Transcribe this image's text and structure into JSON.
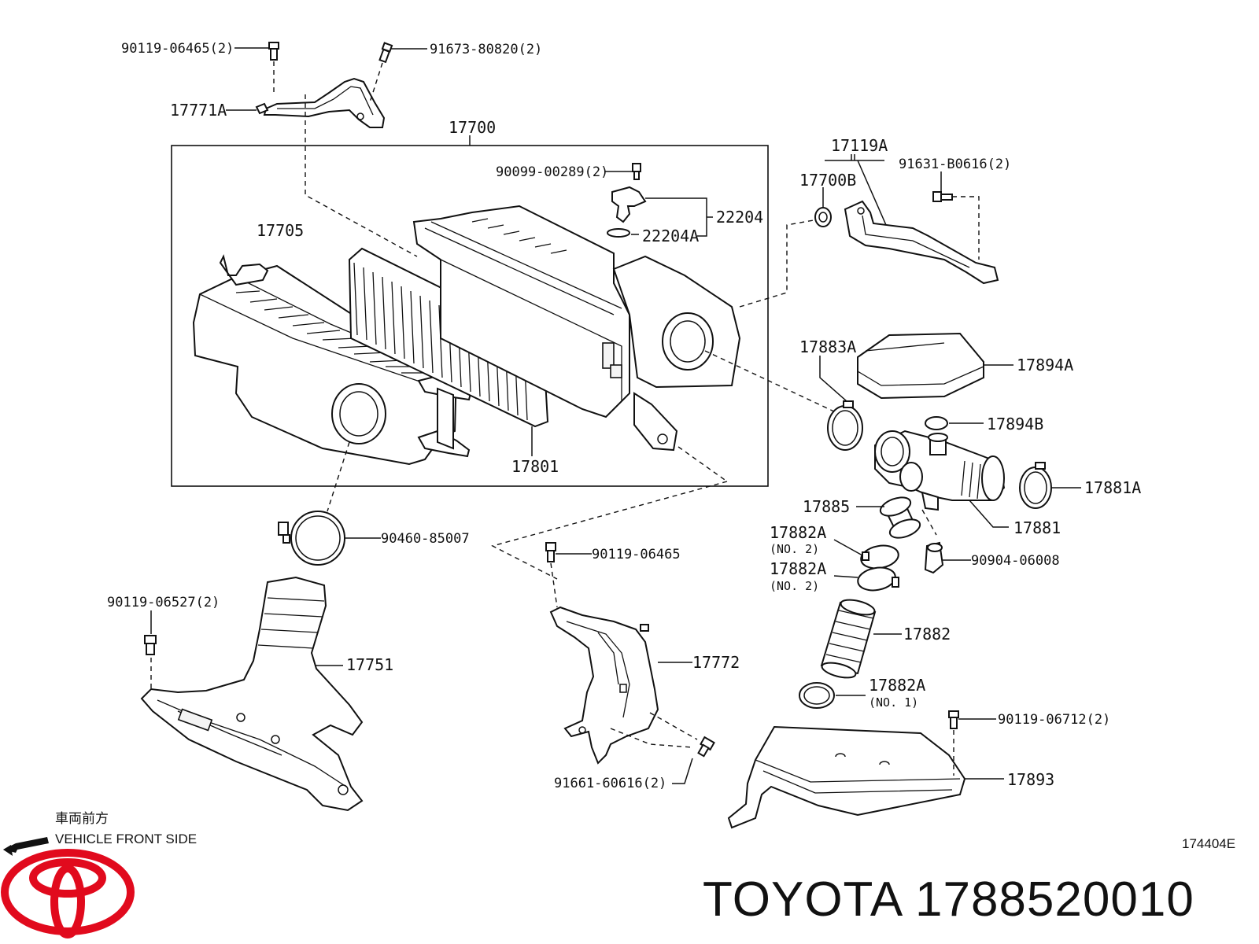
{
  "diagram": {
    "assembly_box_label": "17700",
    "labels": {
      "p_90119_06465_2": "90119-06465(2)",
      "p_91673_80820_2": "91673-80820(2)",
      "p_17771A": "17771A",
      "p_17700": "17700",
      "p_90099_00289_2": "90099-00289(2)",
      "p_22204": "22204",
      "p_22204A": "22204A",
      "p_17705": "17705",
      "p_17801": "17801",
      "p_17119A": "17119A",
      "p_17700B": "17700B",
      "p_91631_B0616_2": "91631-B0616(2)",
      "p_17883A": "17883A",
      "p_17894A": "17894A",
      "p_17894B": "17894B",
      "p_17881A": "17881A",
      "p_17881": "17881",
      "p_17885": "17885",
      "p_17882A_no2_a": "17882A",
      "p_no2_a": "(NO. 2)",
      "p_17882A_no2_b": "17882A",
      "p_no2_b": "(NO. 2)",
      "p_90904_06008": "90904-06008",
      "p_17882": "17882",
      "p_17882A_no1": "17882A",
      "p_no1": "(NO. 1)",
      "p_90119_06712_2": "90119-06712(2)",
      "p_17893": "17893",
      "p_90460_85007": "90460-85007",
      "p_90119_06465": "90119-06465",
      "p_90119_06527_2": "90119-06527(2)",
      "p_17751": "17751",
      "p_17772": "17772",
      "p_91661_60616_2": "91661-60616(2)"
    },
    "direction_note_jp": "車両前方",
    "direction_note_en": "VEHICLE FRONT SIDE",
    "diagram_code": "174404E"
  },
  "brand": {
    "logo_name": "toyota-logo",
    "logo_color": "#e10a1d",
    "caption": "TOYOTA 1788520010"
  }
}
